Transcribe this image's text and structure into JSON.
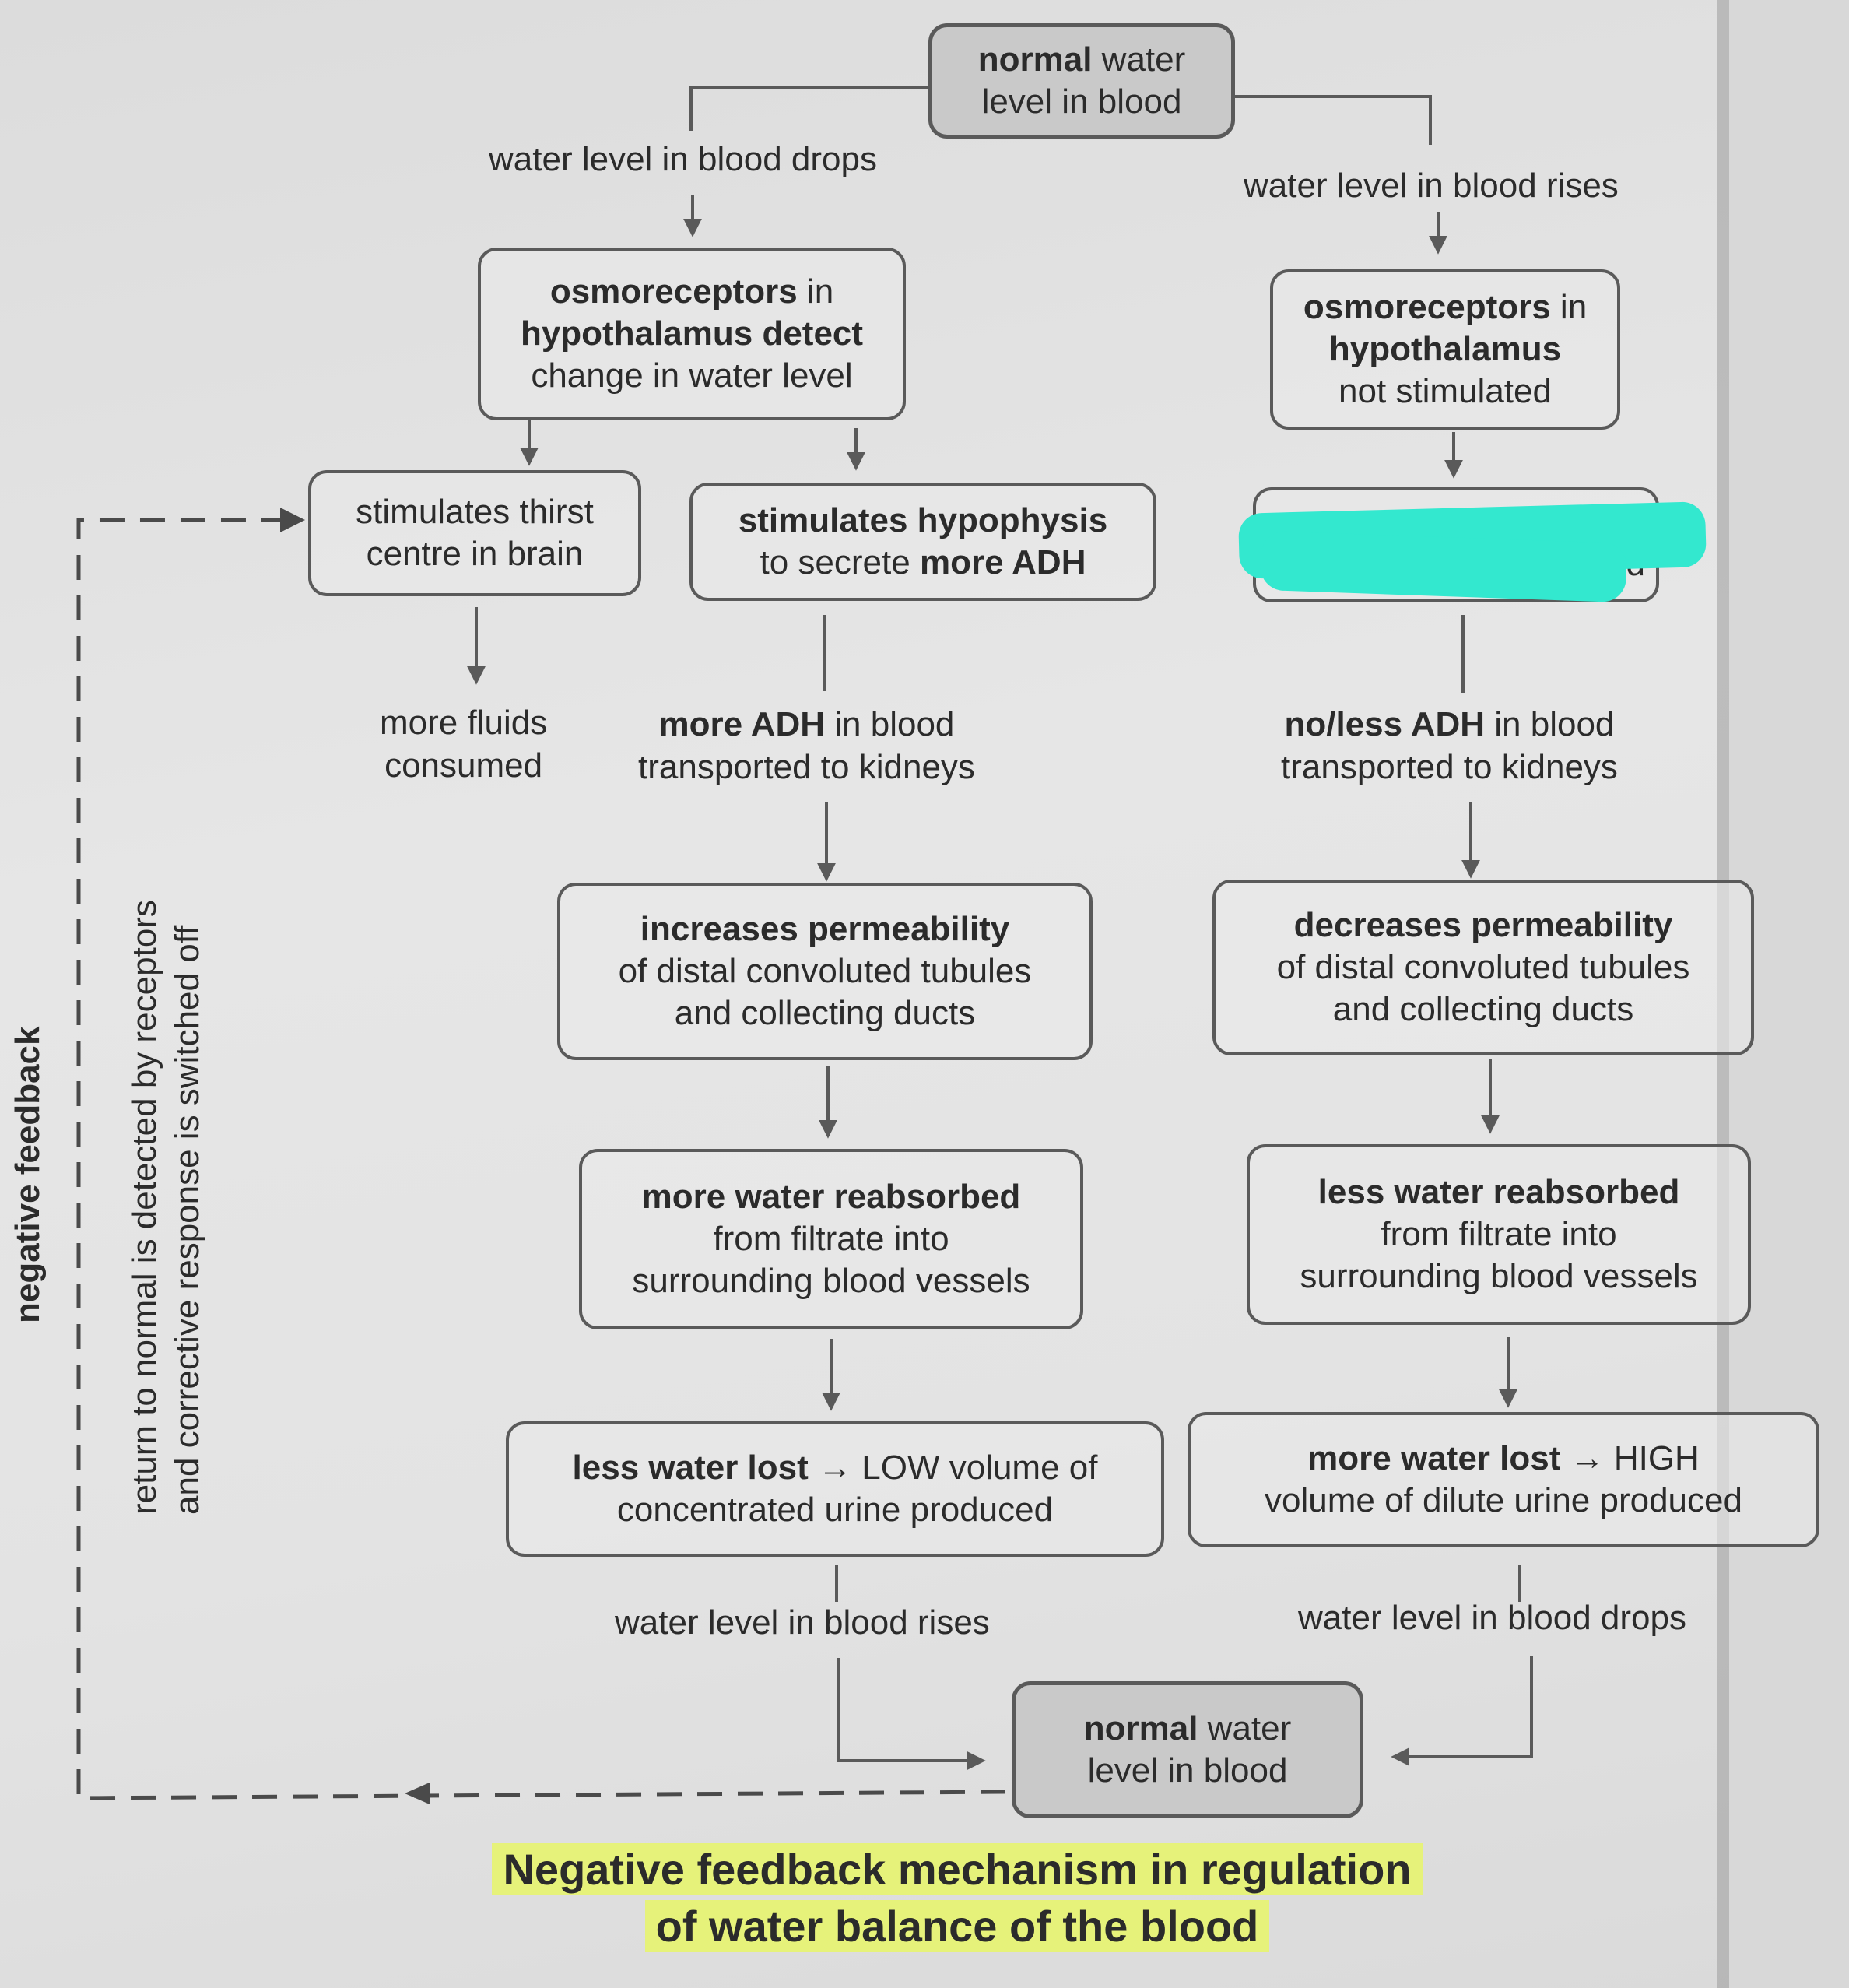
{
  "diagram": {
    "top_box": {
      "bold": "normal",
      "rest": " water",
      "line2": "level in blood"
    },
    "left_branch": {
      "trigger": "water level in blood drops",
      "osmo": {
        "line1_bold": "osmoreceptors",
        "line1_rest": " in",
        "line2_bold": "hypothalamus detect",
        "line3": "change in water level"
      },
      "thirst": {
        "line1": "stimulates thirst",
        "line2": "centre in brain"
      },
      "fluids": {
        "line1": "more fluids",
        "line2": "consumed"
      },
      "hypophysis": {
        "line1_bold": "stimulates hypophysis",
        "line2_pre": "to secrete ",
        "line2_bold": "more ADH"
      },
      "adh_blood": {
        "line1_bold": "more ADH",
        "line1_rest": " in blood",
        "line2": "transported to kidneys"
      },
      "permeability": {
        "line1_bold": "increases permeability",
        "line2": "of distal convoluted tubules",
        "line3": "and collecting ducts"
      },
      "reabsorbed": {
        "line1_bold": "more water reabsorbed",
        "line2": "from filtrate into",
        "line3": "surrounding blood vessels"
      },
      "urine": {
        "line1_bold": "less water lost",
        "line1_rest": " → LOW volume of",
        "line2": "concentrated urine produced"
      },
      "result": "water level in blood rises"
    },
    "right_branch": {
      "trigger": "water level in blood rises",
      "osmo": {
        "line1_bold": "osmoreceptors",
        "line1_rest": " in",
        "line2_bold": "hypothalamus",
        "line3": "not stimulated"
      },
      "hidden_box": {
        "visible_fragment": "ed"
      },
      "adh_blood": {
        "line1_bold": "no/less ADH",
        "line1_rest": " in blood",
        "line2": "transported to kidneys"
      },
      "permeability": {
        "line1_bold": "decreases permeability",
        "line2": "of distal convoluted tubules",
        "line3": "and collecting ducts"
      },
      "reabsorbed": {
        "line1_bold": "less water reabsorbed",
        "line2": "from filtrate into",
        "line3": "surrounding blood vessels"
      },
      "urine": {
        "line1_bold": "more water lost",
        "line1_rest": " → HIGH",
        "line2": "volume of dilute urine produced"
      },
      "result": "water level in blood drops"
    },
    "bottom_box": {
      "bold": "normal",
      "rest": " water",
      "line2": "level in blood"
    },
    "feedback_loop": {
      "side_label": "negative feedback",
      "vertical_line1": "return to normal is detected by receptors",
      "vertical_line2": "and corrective response is switched off"
    },
    "caption": {
      "line1": "Negative feedback mechanism in regulation",
      "line2": "of water balance of the blood"
    },
    "colors": {
      "box_border": "#5a5a5a",
      "caption_highlight": "#e6f27a",
      "redaction_mark": "#33e8cf"
    }
  }
}
